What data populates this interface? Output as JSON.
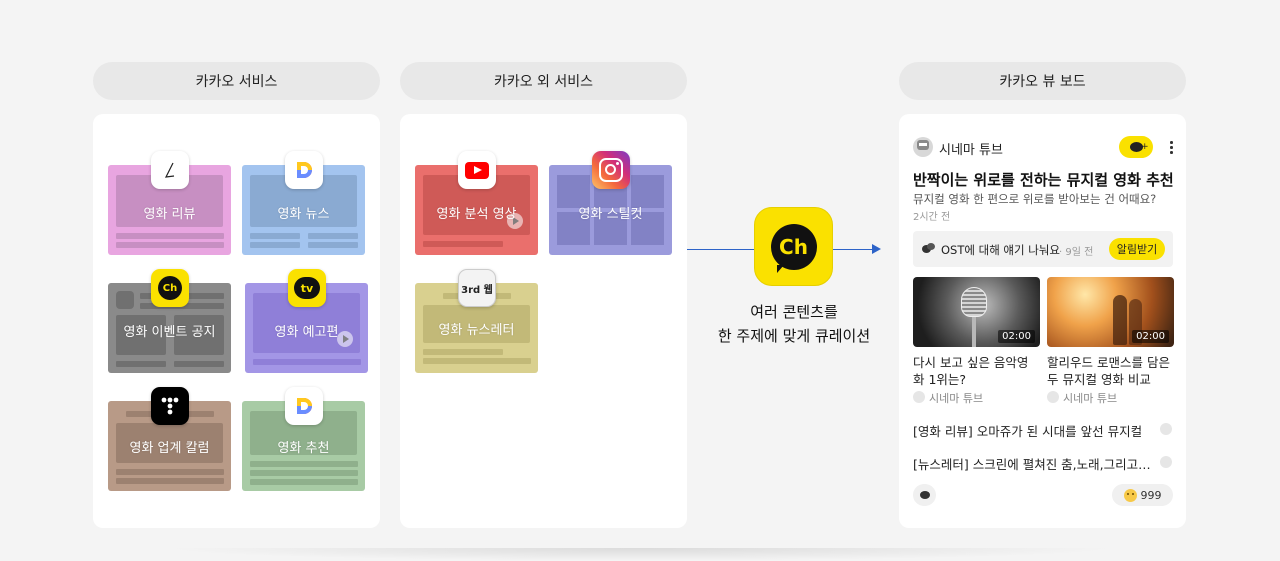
{
  "sections": {
    "kakao_services": "카카오 서비스",
    "external_services": "카카오 외 서비스",
    "view_board": "카카오 뷰 보드"
  },
  "kakao_cards": [
    {
      "label": "영화 리뷰",
      "color": "#e8a5e0",
      "icon": "pen-icon"
    },
    {
      "label": "영화 뉴스",
      "color": "#a3c4ef",
      "icon": "daum-d-icon"
    },
    {
      "label": "영화 이벤트 공지",
      "color": "#8a8a8a",
      "icon": "kakao-channel-icon"
    },
    {
      "label": "영화 예고편",
      "color": "#a396e6",
      "icon": "kakao-tv-icon"
    },
    {
      "label": "영화 업계 칼럼",
      "color": "#b89a87",
      "icon": "tistory-icon"
    },
    {
      "label": "영화 추천",
      "color": "#a8cba5",
      "icon": "daum-d-icon"
    }
  ],
  "external_cards": [
    {
      "label": "영화 분석 영상",
      "color": "#ea6f6c",
      "icon": "youtube-icon"
    },
    {
      "label": "영화 스틸컷",
      "color": "#9b9bdc",
      "icon": "instagram-icon"
    },
    {
      "label": "영화 뉴스레터",
      "color": "#d9d08f",
      "icon": "third-party-web-icon",
      "badge_text": "3rd 웹"
    }
  ],
  "center": {
    "logo_text": "Ch",
    "caption_line1": "여러 콘텐츠를",
    "caption_line2": "한 주제에 맞게 큐레이션"
  },
  "board": {
    "channel_name": "시네마 튜브",
    "title": "반짝이는 위로를 전하는 뮤지컬 영화 추천",
    "subtitle": "뮤지컬 영화 한 편으로 위로를 받아보는 건 어때요?",
    "time": "2시간 전",
    "notice_text": "OST에 대해 얘기 나눠요",
    "notice_time": "· 9일 전",
    "alert_button": "알림받기",
    "videos": [
      {
        "duration": "02:00",
        "title_line1": "다시 보고 싶은 음악영",
        "title_line2": "화 1위는?",
        "channel": "시네마 튜브"
      },
      {
        "duration": "02:00",
        "title_line1": "할리우드 로맨스를 담은",
        "title_line2": "두 뮤지컬 영화 비교",
        "channel": "시네마 튜브"
      }
    ],
    "list_items": [
      "[영화 리뷰] 오마쥬가 된 시대를 앞선 뮤지컬",
      "[뉴스레터] 스크린에 펼쳐진 춤,노래,그리고…"
    ],
    "reaction_count": "999"
  },
  "colors": {
    "kakao_yellow": "#fae100",
    "flow_blue": "#2d63c8"
  }
}
